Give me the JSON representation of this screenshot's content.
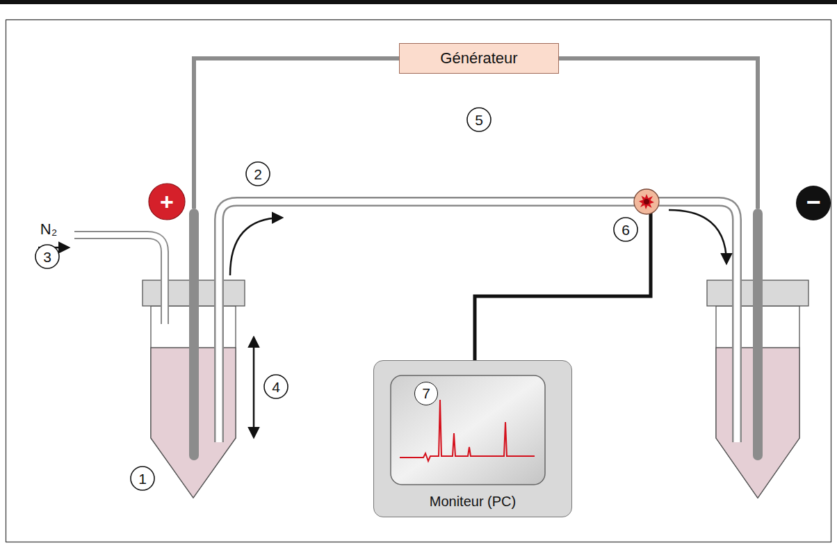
{
  "diagram": {
    "nodes": [
      {
        "text": [
          "Générateur"
        ]
      },
      {
        "text": [
          "Moniteur (PC)"
        ]
      }
    ],
    "labels": [
      "5",
      "+",
      "2",
      "N₂",
      "3",
      "4",
      "1",
      "6",
      "7",
      "−"
    ]
  }
}
